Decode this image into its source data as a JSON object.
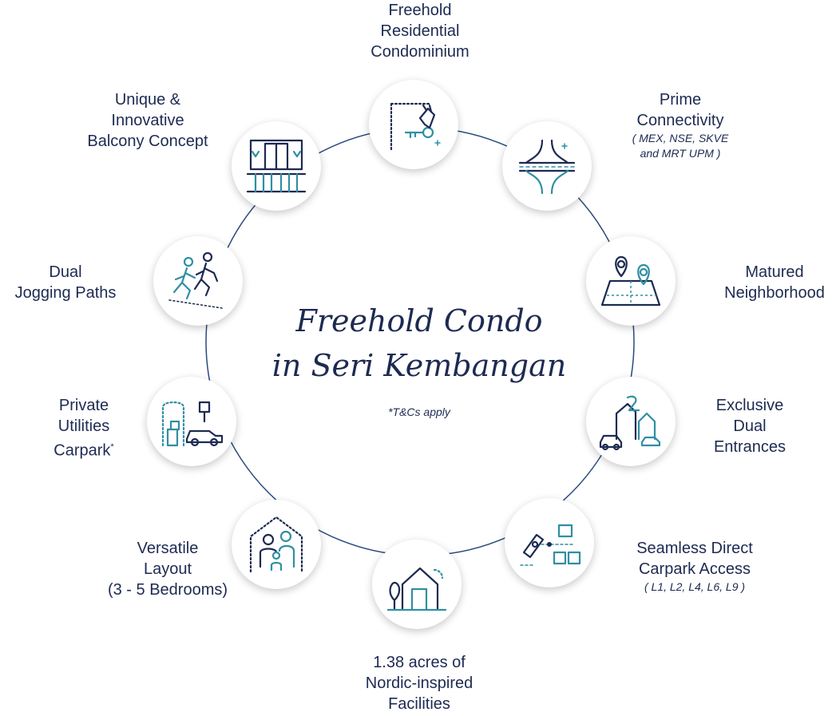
{
  "center": {
    "title_line1": "Freehold Condo",
    "title_line2": "in Seri Kembangan",
    "note": "*T&Cs apply"
  },
  "features": [
    {
      "id": "freehold",
      "lines": [
        "Freehold",
        "Residential",
        "Condominium"
      ],
      "icon": "key-hand-icon"
    },
    {
      "id": "connectivity",
      "lines": [
        "Prime",
        "Connectivity"
      ],
      "sub": [
        "( MEX, NSE, SKVE",
        "and MRT UPM )"
      ],
      "icon": "highway-interchange-icon"
    },
    {
      "id": "neighborhood",
      "lines": [
        "Matured",
        "Neighborhood"
      ],
      "icon": "map-pin-icon"
    },
    {
      "id": "entrances",
      "lines": [
        "Exclusive",
        "Dual",
        "Entrances"
      ],
      "icon": "dual-entrance-icon"
    },
    {
      "id": "carpark-access",
      "lines": [
        "Seamless Direct",
        "Carpark Access"
      ],
      "sub": [
        "( L1, L2, L4, L6, L9 )"
      ],
      "icon": "carpark-access-icon"
    },
    {
      "id": "facilities",
      "lines": [
        "1.38 acres of",
        "Nordic-inspired",
        "Facilities"
      ],
      "icon": "nordic-house-icon"
    },
    {
      "id": "layout",
      "lines": [
        "Versatile",
        "Layout",
        "(3 - 5 Bedrooms)"
      ],
      "icon": "family-home-icon"
    },
    {
      "id": "utilities",
      "lines": [
        "Private",
        "Utilities",
        "Carpark"
      ],
      "sup": "*",
      "icon": "utilities-carpark-icon"
    },
    {
      "id": "jogging",
      "lines": [
        "Dual",
        "Jogging Paths"
      ],
      "icon": "jogging-people-icon"
    },
    {
      "id": "balcony",
      "lines": [
        "Unique &",
        "Innovative",
        "Balcony Concept"
      ],
      "icon": "balcony-icon"
    }
  ],
  "colors": {
    "primary": "#1d2a52",
    "accent": "#2f8fa3",
    "line": "#2b4a7e"
  }
}
